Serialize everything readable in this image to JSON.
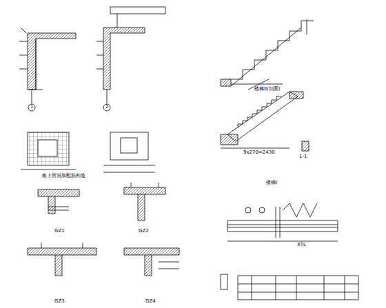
{
  "diagram": {
    "labels": [
      "1",
      "2",
      "板上留洞加配筋构造",
      "楼梯II(剖面)",
      "楼梯I",
      "9x270=2430",
      "1-1",
      "GZ1",
      "GZ2",
      "GZ3",
      "GZ4",
      "XTL"
    ]
  }
}
